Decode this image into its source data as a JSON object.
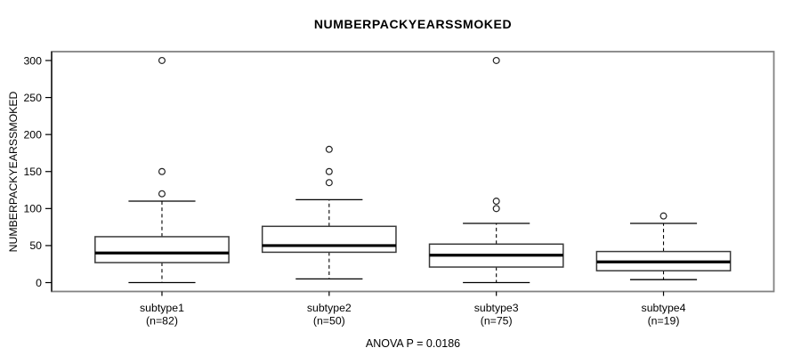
{
  "title": "NUMBERPACKYEARSSMOKED",
  "colors": {
    "background": "#ffffff",
    "plot_border": "#828282",
    "axis_line": "#000000",
    "box_outline": "#3a3a3a",
    "median_line": "#000000",
    "whisker_line": "#000000",
    "outlier_stroke": "#222222",
    "box_fill": "#ffffff",
    "text": "#000000"
  },
  "chart_data": {
    "type": "boxplot",
    "title": "NUMBERPACKYEARSSMOKED",
    "ylabel": "NUMBERPACKYEARSSMOKED",
    "xlabel": "",
    "annotation": "ANOVA P = 0.0186",
    "legend": "none",
    "grid": false,
    "ylim": [
      -12,
      312
    ],
    "yticks": [
      0,
      50,
      100,
      150,
      200,
      250,
      300
    ],
    "categories": [
      "subtype1",
      "subtype2",
      "subtype3",
      "subtype4"
    ],
    "category_sublabels": [
      "(n=82)",
      "(n=50)",
      "(n=75)",
      "(n=19)"
    ],
    "sample_sizes": [
      82,
      50,
      75,
      19
    ],
    "series": [
      {
        "name": "subtype1",
        "n": 82,
        "whisker_low": 0,
        "q1": 27,
        "median": 40,
        "q3": 62,
        "whisker_high": 110,
        "outliers": [
          120,
          150,
          300
        ]
      },
      {
        "name": "subtype2",
        "n": 50,
        "whisker_low": 5,
        "q1": 41,
        "median": 50,
        "q3": 76,
        "whisker_high": 112,
        "outliers": [
          135,
          150,
          180
        ]
      },
      {
        "name": "subtype3",
        "n": 75,
        "whisker_low": 0,
        "q1": 21,
        "median": 37,
        "q3": 52,
        "whisker_high": 80,
        "outliers": [
          100,
          110,
          300
        ]
      },
      {
        "name": "subtype4",
        "n": 19,
        "whisker_low": 4,
        "q1": 16,
        "median": 28,
        "q3": 42,
        "whisker_high": 80,
        "outliers": [
          90
        ]
      }
    ]
  }
}
